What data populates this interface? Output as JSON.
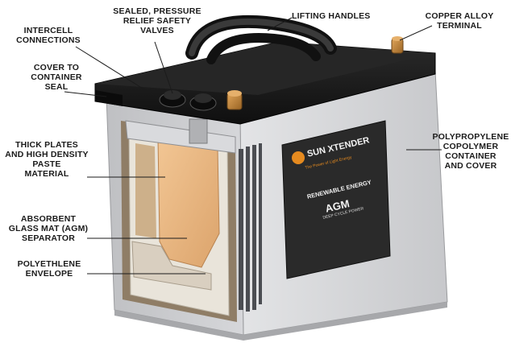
{
  "callouts": {
    "intercell": "INTERCELL\nCONNECTIONS",
    "valves": "SEALED, PRESSURE\nRELIEF SAFETY\nVALVES",
    "handles": "LIFTING HANDLES",
    "terminal": "COPPER ALLOY\nTERMINAL",
    "cover_seal": "COVER TO\nCONTAINER\nSEAL",
    "plates": "THICK PLATES\nAND HIGH DENSITY\nPASTE\nMATERIAL",
    "agm": "ABSORBENT\nGLASS MAT (AGM)\nSEPARATOR",
    "envelope": "POLYETHLENE\nENVELOPE",
    "container": "POLYPROPYLENE\nCOPOLYMER\nCONTAINER\nAND COVER"
  },
  "battery_label": {
    "brand": "SUN XTENDER",
    "tagline": "The Power of Light Energy",
    "line1": "RENEWABLE ENERGY",
    "line2": "AGM",
    "line3": "DEEP CYCLE POWER"
  },
  "colors": {
    "case": "#c9cacd",
    "lid": "#1a1a1a",
    "plate": "#e8b57e",
    "label_bg": "#2a2a2a",
    "brand_orange": "#e58a1f",
    "terminal": "#c98a3a"
  }
}
